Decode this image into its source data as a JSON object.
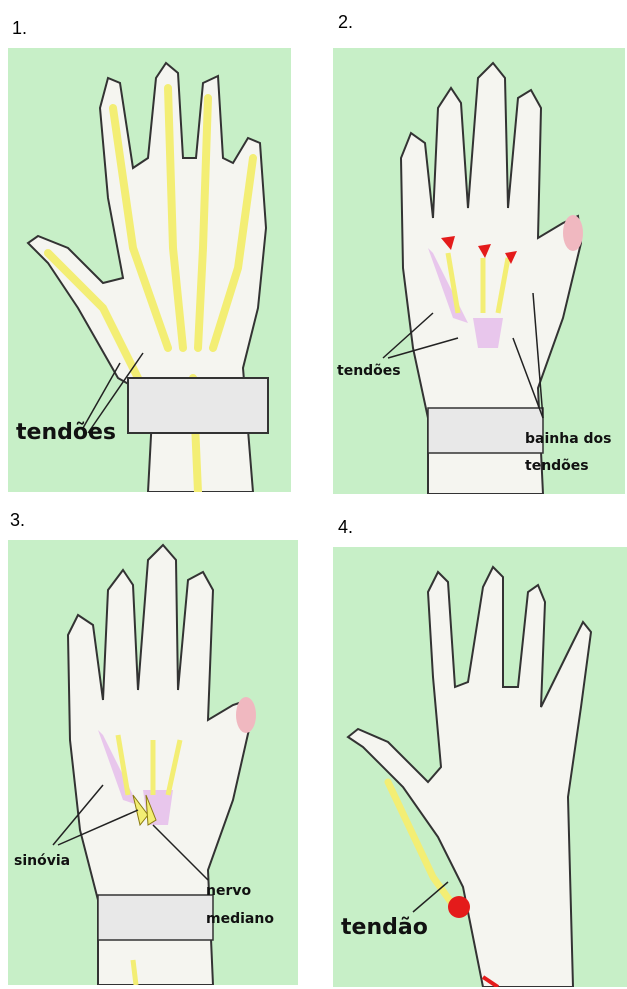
{
  "panels": [
    {
      "number": "1.",
      "labels": {
        "tendoes": "tendões"
      }
    },
    {
      "number": "2.",
      "labels": {
        "tendoes": "tendões",
        "bainha_line1": "bainha dos",
        "bainha_line2": "tendões"
      }
    },
    {
      "number": "3.",
      "labels": {
        "sinovia": "sinóvia",
        "nervo_line1": "nervo",
        "nervo_line2": "mediano"
      }
    },
    {
      "number": "4.",
      "labels": {
        "tendao": "tendão"
      }
    }
  ],
  "colors": {
    "background": "#c7efc7",
    "tendon": "#f3ee74",
    "sheath": "#e8c6ec",
    "marker_red": "#e41b1b",
    "skin_outline": "#333333"
  }
}
